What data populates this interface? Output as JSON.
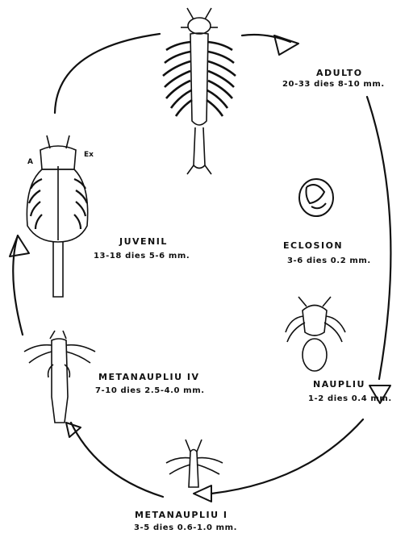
{
  "stages": {
    "adulto": {
      "name": "ADULTO",
      "detail": "20-33 dies 8-10 mm."
    },
    "eclosion": {
      "name": "ECLOSION",
      "detail": "3-6 dies  0.2 mm."
    },
    "naupliu": {
      "name": "NAUPLIU",
      "detail": "1-2 dies  0.4 mm."
    },
    "meta1": {
      "name": "METANAUPLIU I",
      "detail": "3-5 dies  0.6-1.0 mm."
    },
    "meta4": {
      "name": "METANAUPLIU IV",
      "detail": "7-10 dies  2.5-4.0 mm."
    },
    "juvenil": {
      "name": "JUVENIL",
      "detail": "13-18 dies  5-6 mm."
    }
  },
  "juvenil_tags": {
    "left": "A",
    "right": "Ex"
  },
  "colors": {
    "ink": "#111111",
    "background": "#ffffff"
  }
}
